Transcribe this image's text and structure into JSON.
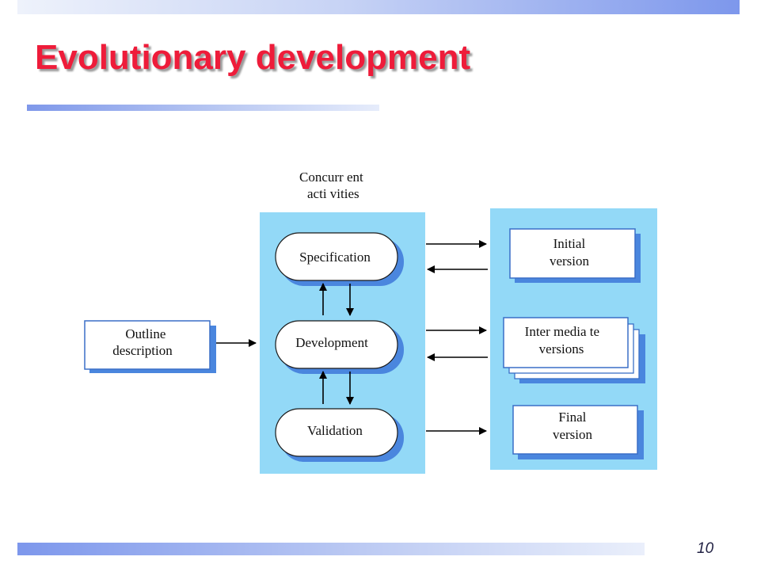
{
  "slide": {
    "title": "Evolutionary development",
    "page_number": "10"
  },
  "diagram": {
    "concurrent_label": [
      "Concurr ent",
      "acti vities"
    ],
    "input_box": [
      "Outline",
      "description"
    ],
    "activities": {
      "specification": "Specification",
      "development": "Development",
      "validation": "Validation"
    },
    "versions": {
      "initial": [
        "Initial",
        "version"
      ],
      "intermediate": [
        "Inter media te",
        "versions"
      ],
      "final": [
        "Final",
        "version"
      ]
    }
  },
  "colors": {
    "title": "#ee1c3a",
    "panel": "#93d9f7",
    "box_border": "#3a6fc7"
  }
}
